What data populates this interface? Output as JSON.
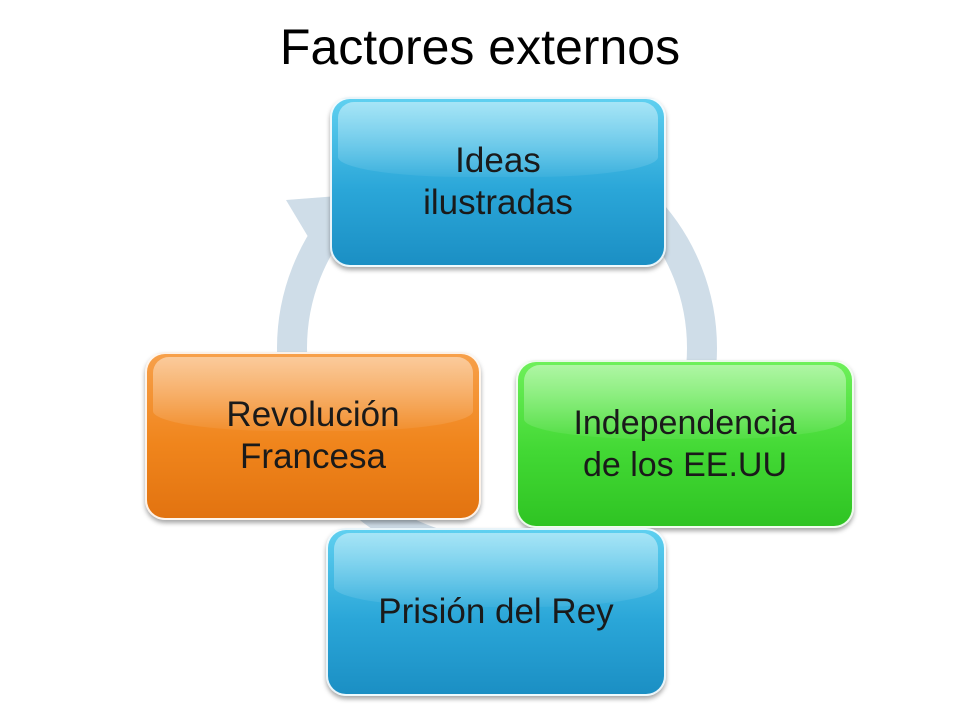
{
  "slide": {
    "title": "Factores externos"
  },
  "cycle": {
    "arrow_color": "#cfdde8",
    "nodes": [
      {
        "id": "ideas",
        "label": "Ideas\nilustradas",
        "color": "#2aa6d8"
      },
      {
        "id": "independencia",
        "label": "Independencia\nde los EE.UU",
        "color": "#42d834"
      },
      {
        "id": "prision",
        "label": "Prisión del Rey",
        "color": "#2aa6d8"
      },
      {
        "id": "revolucion",
        "label": "Revolución\nFrancesa",
        "color": "#f0851c"
      }
    ]
  }
}
